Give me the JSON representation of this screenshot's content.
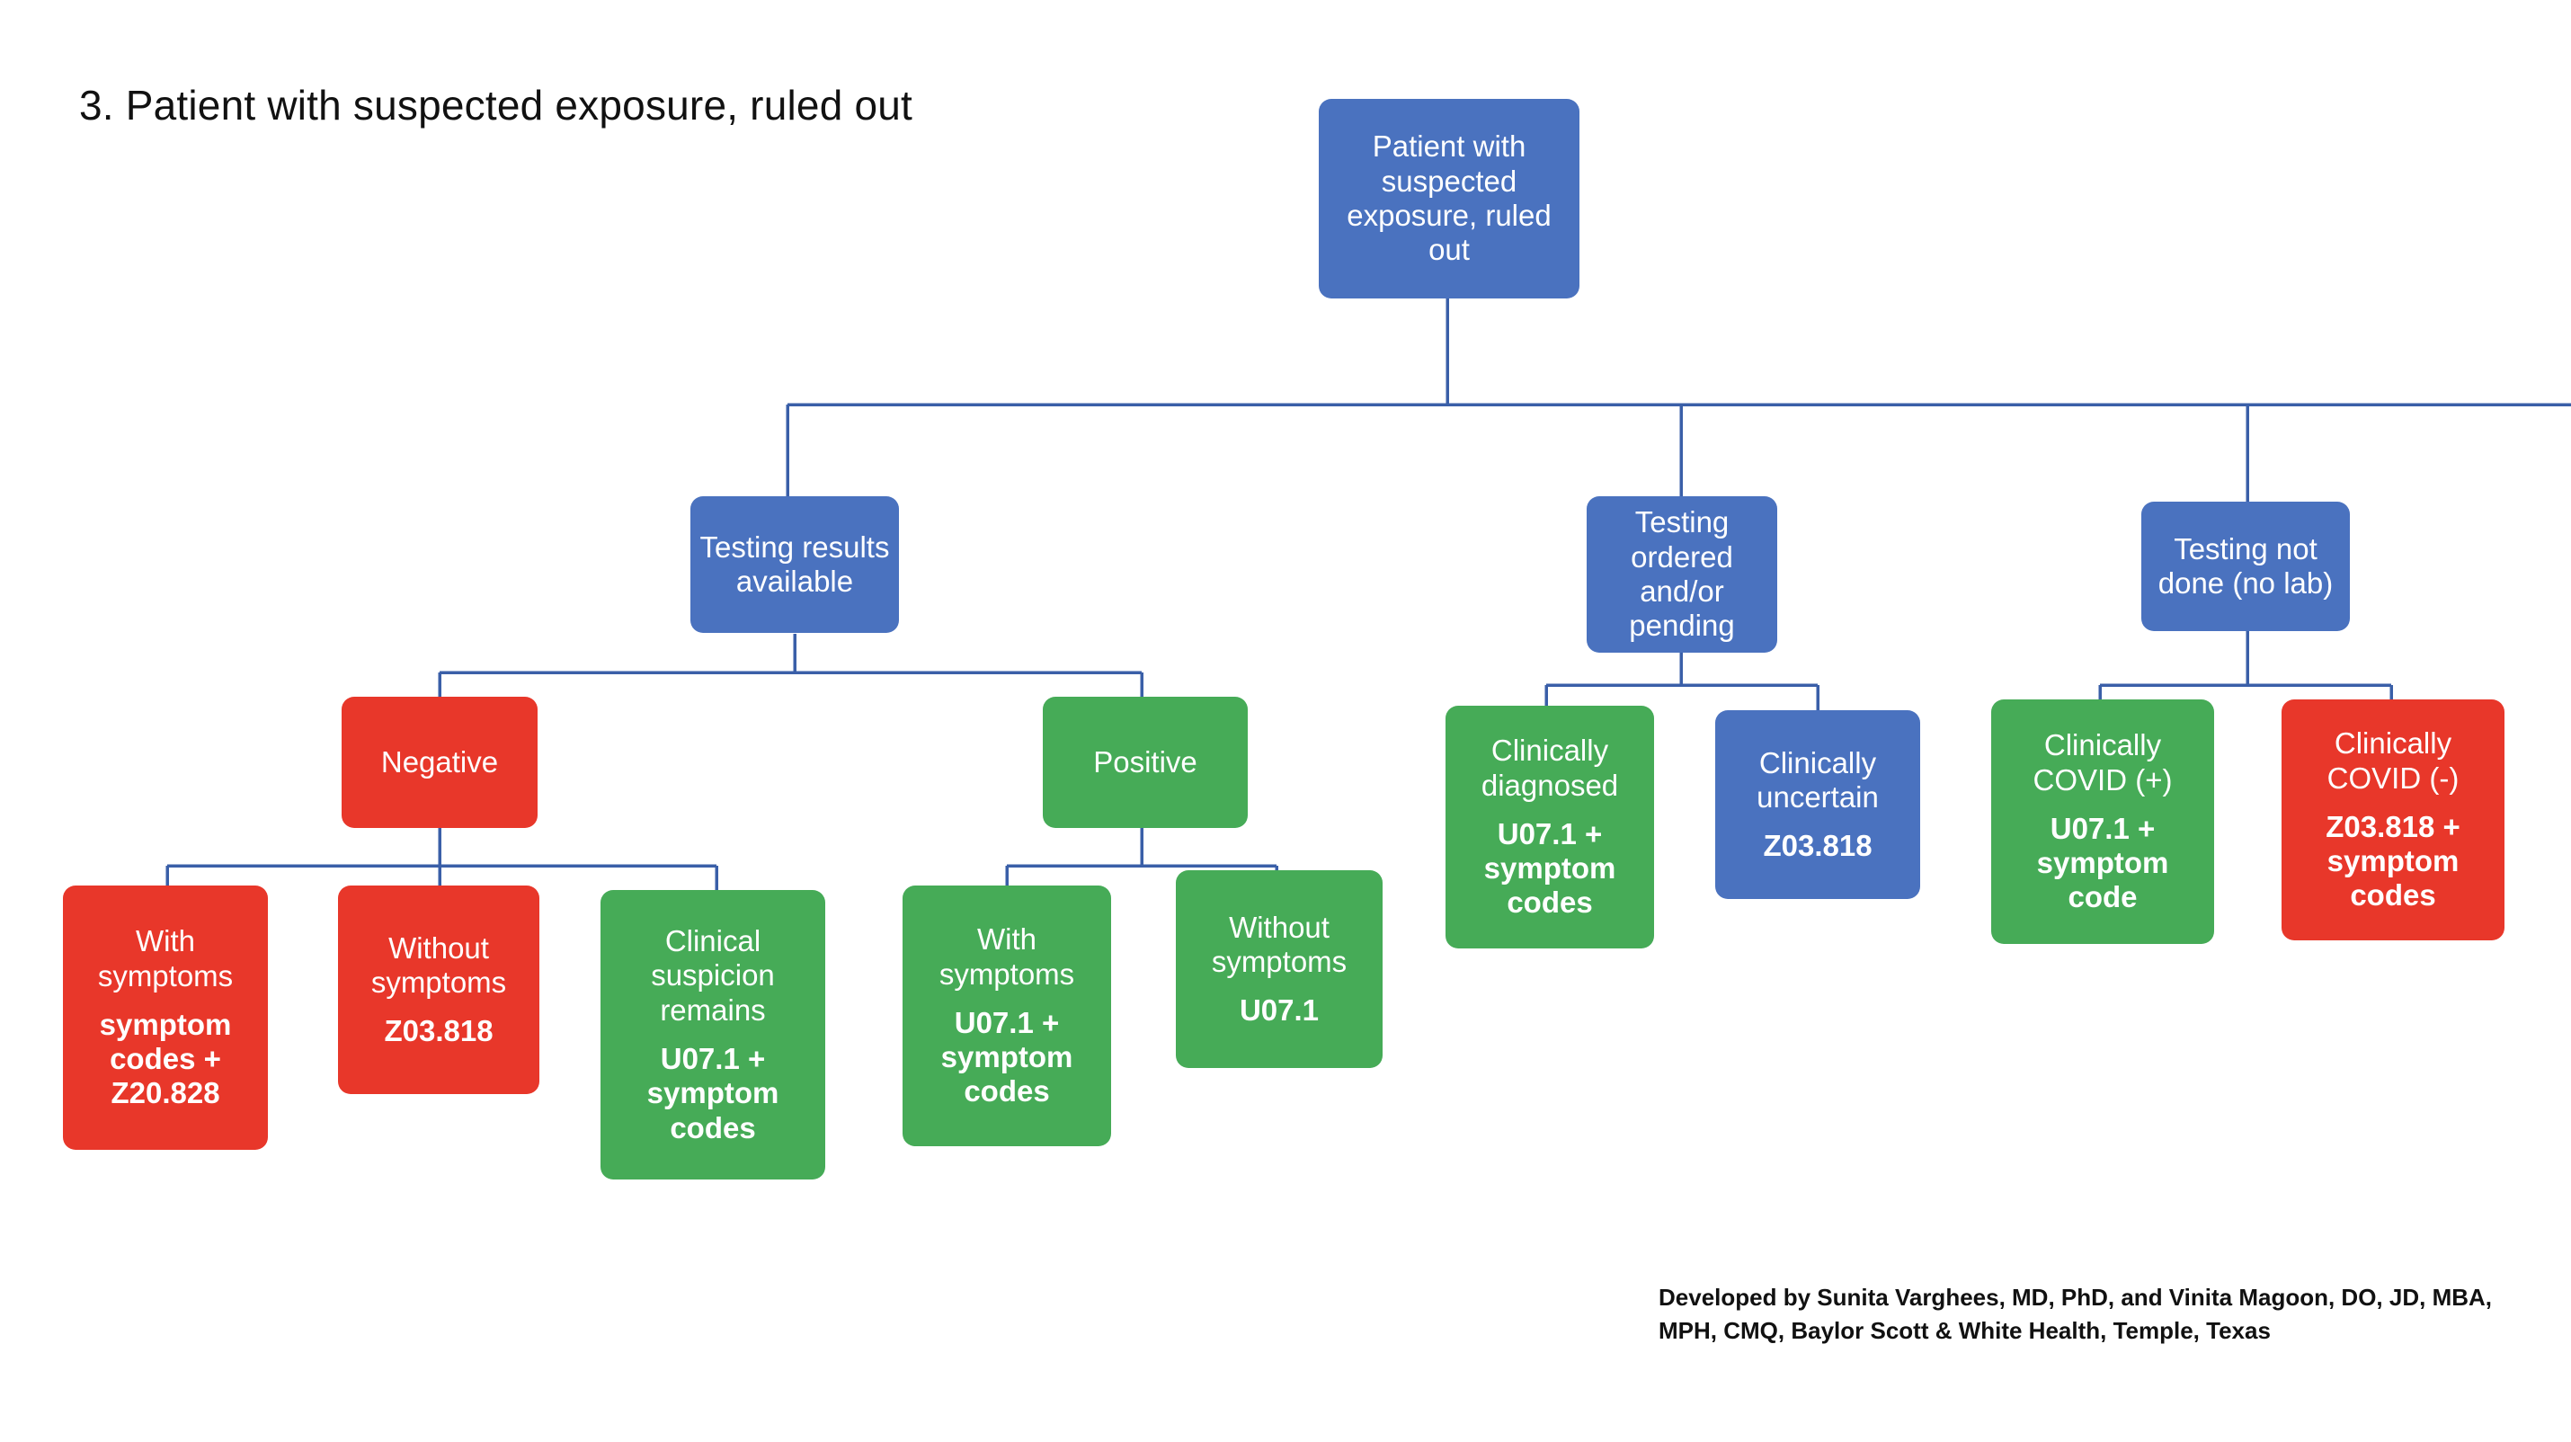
{
  "page": {
    "title": "3. Patient with suspected exposure, ruled out",
    "credit_line_1": "Developed by Sunita Varghees, MD, PhD, and Vinita Magoon, DO, JD, MBA,",
    "credit_line_2": "MPH, CMQ, Baylor Scott & White Health, Temple, Texas"
  },
  "colors": {
    "blue": "#4a72bf",
    "red": "#e8372a",
    "green": "#46ab57",
    "connector": "#3a5fa8",
    "text_on_node": "#ffffff",
    "page_text": "#111111",
    "background": "#ffffff"
  },
  "chart_data": {
    "type": "diagram",
    "layout": "top-down decision tree",
    "title": "3. Patient with suspected exposure, ruled out",
    "levels": 4,
    "nodes": [
      {
        "id": "root",
        "label": "Patient with suspected exposure, ruled out",
        "code": "",
        "color": "blue",
        "level": 0
      },
      {
        "id": "n1",
        "label": "Testing results available",
        "code": "",
        "color": "blue",
        "level": 1
      },
      {
        "id": "n2",
        "label": "Testing ordered and/or pending",
        "code": "",
        "color": "blue",
        "level": 1
      },
      {
        "id": "n3",
        "label": "Testing not done (no lab)",
        "code": "",
        "color": "blue",
        "level": 1
      },
      {
        "id": "n1a",
        "label": "Negative",
        "code": "",
        "color": "red",
        "level": 2
      },
      {
        "id": "n1b",
        "label": "Positive",
        "code": "",
        "color": "green",
        "level": 2
      },
      {
        "id": "n1a1",
        "label": "With symptoms",
        "code": "symptom codes + Z20.828",
        "color": "red",
        "level": 3
      },
      {
        "id": "n1a2",
        "label": "Without symptoms",
        "code": "Z03.818",
        "color": "red",
        "level": 3
      },
      {
        "id": "n1a3",
        "label": "Clinical suspicion remains",
        "code": "U07.1 + symptom codes",
        "color": "green",
        "level": 3
      },
      {
        "id": "n1b1",
        "label": "With symptoms",
        "code": "U07.1 + symptom codes",
        "color": "green",
        "level": 3
      },
      {
        "id": "n1b2",
        "label": "Without symptoms",
        "code": "U07.1",
        "color": "green",
        "level": 3
      },
      {
        "id": "n2a",
        "label": "Clinically diagnosed",
        "code": "U07.1 + symptom codes",
        "color": "green",
        "level": 2
      },
      {
        "id": "n2b",
        "label": "Clinically uncertain",
        "code": "Z03.818",
        "color": "blue",
        "level": 2
      },
      {
        "id": "n3a",
        "label": "Clinically COVID (+)",
        "code": "U07.1 + symptom code",
        "color": "green",
        "level": 2
      },
      {
        "id": "n3b",
        "label": "Clinically COVID (-)",
        "code": "Z03.818 + symptom codes",
        "color": "red",
        "level": 2
      }
    ],
    "edges": [
      {
        "from": "root",
        "to": "n1"
      },
      {
        "from": "root",
        "to": "n2"
      },
      {
        "from": "root",
        "to": "n3"
      },
      {
        "from": "n1",
        "to": "n1a"
      },
      {
        "from": "n1",
        "to": "n1b"
      },
      {
        "from": "n1a",
        "to": "n1a1"
      },
      {
        "from": "n1a",
        "to": "n1a2"
      },
      {
        "from": "n1a",
        "to": "n1a3"
      },
      {
        "from": "n1b",
        "to": "n1b1"
      },
      {
        "from": "n1b",
        "to": "n1b2"
      },
      {
        "from": "n2",
        "to": "n2a"
      },
      {
        "from": "n2",
        "to": "n2b"
      },
      {
        "from": "n3",
        "to": "n3a"
      },
      {
        "from": "n3",
        "to": "n3b"
      }
    ]
  },
  "nodes": {
    "root": {
      "label": "Patient with suspected exposure, ruled out"
    },
    "n1": {
      "label": "Testing results available"
    },
    "n2": {
      "label": "Testing ordered and/or pending"
    },
    "n3": {
      "label": "Testing not done (no lab)"
    },
    "n1a": {
      "label": "Negative"
    },
    "n1b": {
      "label": "Positive"
    },
    "n1a1": {
      "label": "With symptoms",
      "code": "symptom codes + Z20.828"
    },
    "n1a2": {
      "label": "Without symptoms",
      "code": "Z03.818"
    },
    "n1a3": {
      "label": "Clinical suspicion remains",
      "code": "U07.1 + symptom codes"
    },
    "n1b1": {
      "label": "With symptoms",
      "code": "U07.1 + symptom codes"
    },
    "n1b2": {
      "label": "Without symptoms",
      "code": "U07.1"
    },
    "n2a": {
      "label": "Clinically diagnosed",
      "code": "U07.1 + symptom codes"
    },
    "n2b": {
      "label": "Clinically uncertain",
      "code": "Z03.818"
    },
    "n3a": {
      "label": "Clinically COVID (+)",
      "code": "U07.1 + symptom code"
    },
    "n3b": {
      "label": "Clinically COVID (-)",
      "code": "Z03.818 + symptom codes"
    }
  }
}
